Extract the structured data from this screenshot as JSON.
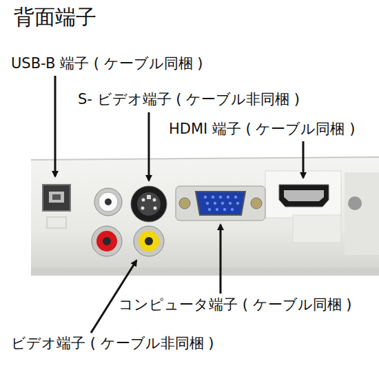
{
  "diagram": {
    "title": "背面端子",
    "labels": [
      "USB-B 端子 ( ケーブル同梱 )",
      "S- ビデオ端子 ( ケーブル非同梱 )",
      "HDMI 端子 ( ケーブル同梱 )",
      "コンピュータ端子 ( ケーブル同梱 )",
      "ビデオ端子 ( ケーブル非同梱 )"
    ]
  }
}
